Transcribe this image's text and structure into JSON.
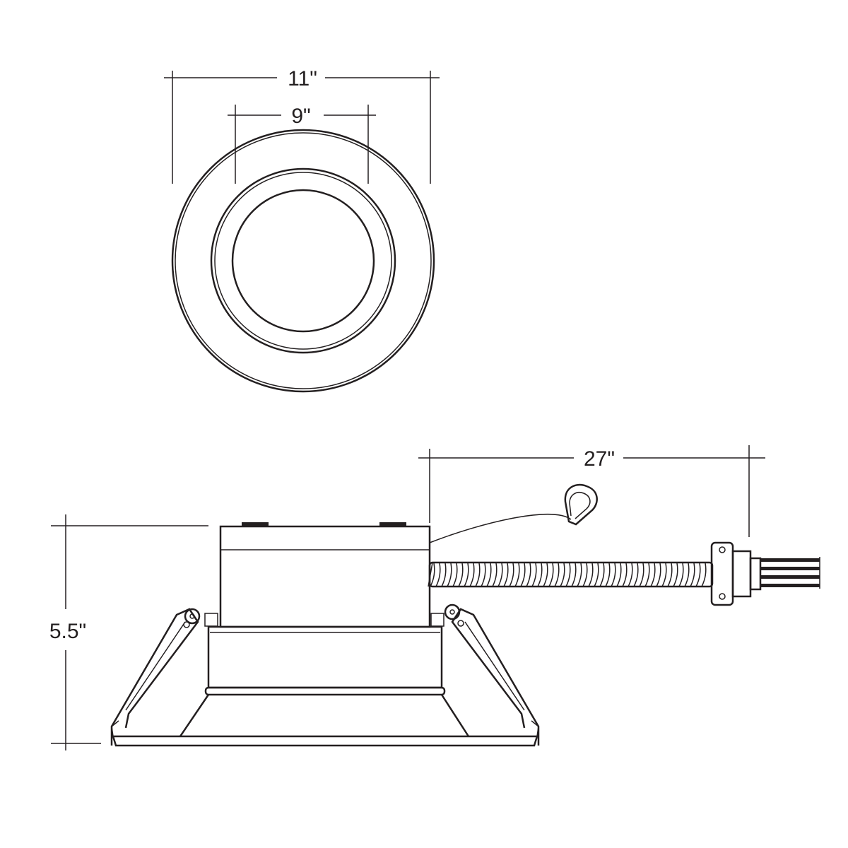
{
  "dimensions": {
    "outer_diameter": "11\"",
    "inner_diameter": "9\"",
    "cable_length": "27\"",
    "height": "5.5\""
  },
  "colors": {
    "line": "#231f20",
    "background": "#ffffff"
  }
}
